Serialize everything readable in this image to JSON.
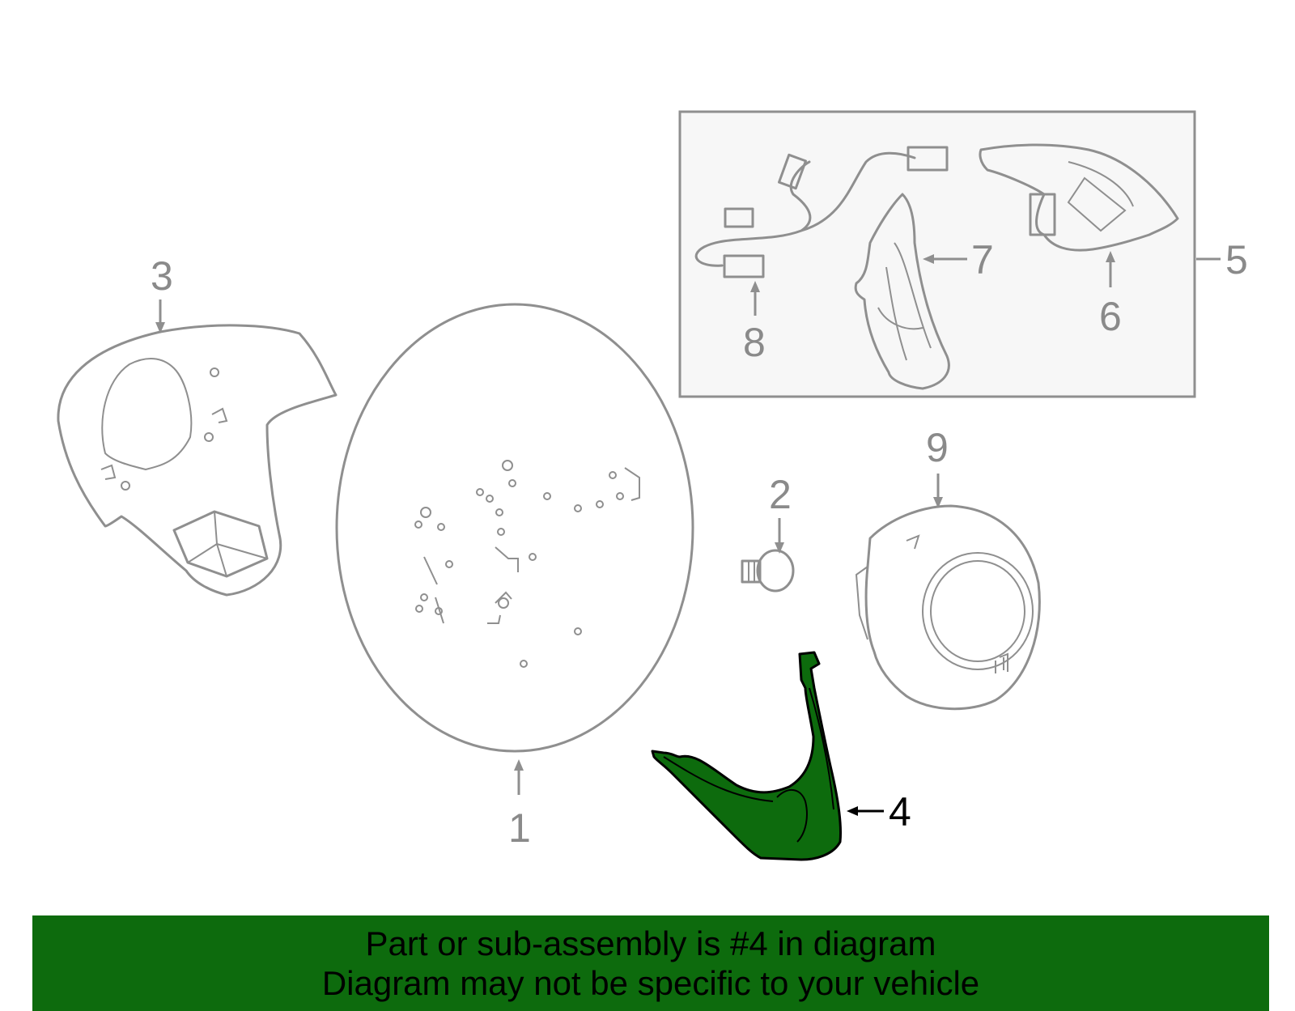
{
  "diagram": {
    "highlighted_part": "4",
    "highlight_color": "#0d6b0d",
    "outline_color": "#8f8f8f",
    "callouts": {
      "c1": "1",
      "c2": "2",
      "c3": "3",
      "c4": "4",
      "c5": "5",
      "c6": "6",
      "c7": "7",
      "c8": "8",
      "c9": "9"
    }
  },
  "banner": {
    "line1": "Part or sub-assembly is #4 in diagram",
    "line2": "Diagram may not be specific to your vehicle",
    "background": "#0d6b0d"
  }
}
